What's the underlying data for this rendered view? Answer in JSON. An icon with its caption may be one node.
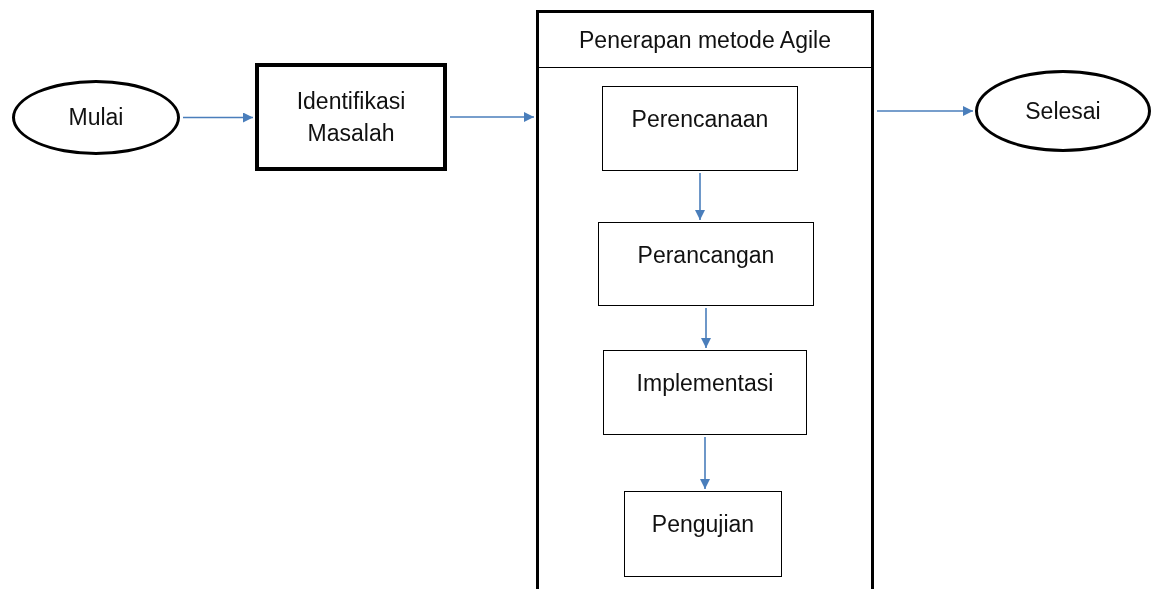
{
  "diagram": {
    "nodes": [
      {
        "text": [
          "Mulai"
        ]
      },
      {
        "text": [
          "Identifikasi Masalah"
        ]
      },
      {
        "text": [
          "Penerapan metode Agile"
        ]
      },
      {
        "text": [
          "Perencanaan"
        ],
        "in": 2
      },
      {
        "text": [
          "Perancangan"
        ],
        "in": 2
      },
      {
        "text": [
          "Implementasi"
        ],
        "in": 2
      },
      {
        "text": [
          "Pengujian"
        ],
        "in": 2
      },
      {
        "text": [
          "Selesai"
        ]
      }
    ],
    "edges": [
      {
        "from": 0,
        "to": 1,
        "arrow": "to"
      },
      {
        "from": 1,
        "to": 2,
        "arrow": "to"
      },
      {
        "from": 2,
        "to": 7,
        "arrow": "to"
      },
      {
        "from": 3,
        "to": 4,
        "arrow": "to"
      },
      {
        "from": 4,
        "to": 5,
        "arrow": "to"
      },
      {
        "from": 5,
        "to": 6,
        "arrow": "to"
      }
    ]
  }
}
